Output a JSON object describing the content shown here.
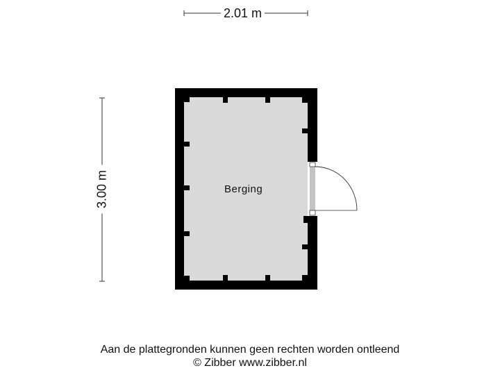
{
  "dimensions": {
    "width_label": "2.01 m",
    "height_label": "3.00 m"
  },
  "rooms": [
    {
      "name": "Berging"
    }
  ],
  "colors": {
    "wall": "#000000",
    "floor": "#d9d9d9",
    "background": "#ffffff",
    "dimension_line": "#333333"
  },
  "footer": {
    "disclaimer": "Aan de plattegronden kunnen geen rechten worden ontleend",
    "copyright": "© Zibber www.zibber.nl"
  }
}
